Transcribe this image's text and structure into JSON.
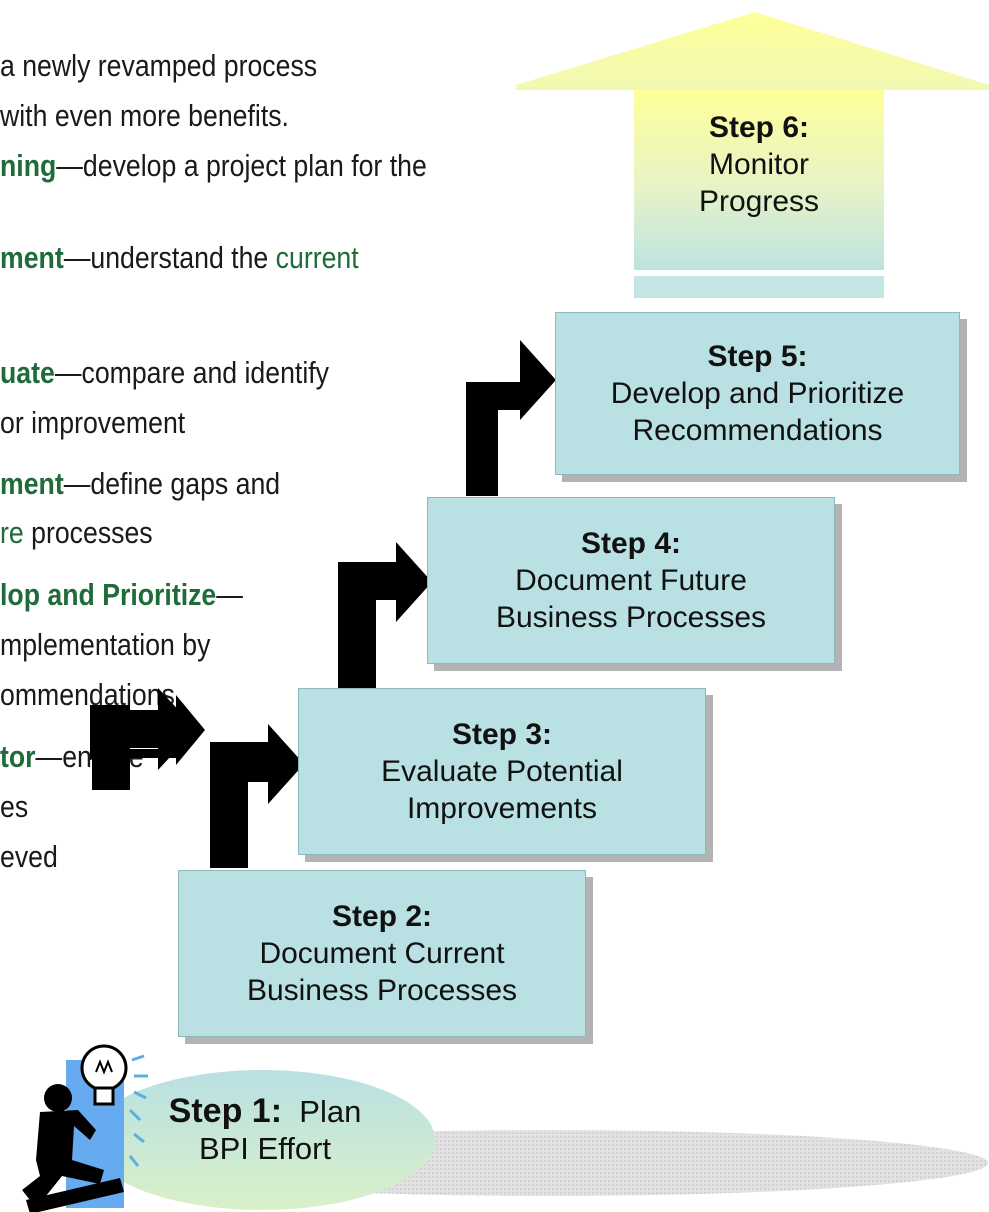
{
  "left_text": {
    "line1": "a newly revamped process",
    "line2": "with even more benefits.",
    "line3_kw": "ning",
    "line3_rest": "—develop a project plan for the",
    "line4_kw": "ment",
    "line4_mid": "—understand the ",
    "line4_ch": "current",
    "line5_kw": "uate",
    "line5_rest": "—compare and identify",
    "line6": "or improvement",
    "line7_kw": "ment",
    "line7_rest": "—define gaps and",
    "line8_ch": "re",
    "line8_rest": " processes",
    "line9_kw": "lop and Prioritize",
    "line9_rest": "—",
    "line10": "mplementation by",
    "line11": "ommendations",
    "line12_kw": "tor",
    "line12_rest": "—ensure",
    "line13": "es",
    "line14": "eved"
  },
  "steps": {
    "s1": {
      "title": "Step 1:",
      "desc_a": "Plan",
      "desc_b": "BPI Effort"
    },
    "s2": {
      "title": "Step 2:",
      "desc_a": "Document Current",
      "desc_b": "Business Processes"
    },
    "s3": {
      "title": "Step 3:",
      "desc_a": "Evaluate Potential",
      "desc_b": "Improvements"
    },
    "s4": {
      "title": "Step 4:",
      "desc_a": "Document Future",
      "desc_b": "Business Processes"
    },
    "s5": {
      "title": "Step 5:",
      "desc_a": "Develop and Prioritize",
      "desc_b": "Recommendations"
    },
    "s6": {
      "title": "Step 6:",
      "desc_a": "Monitor",
      "desc_b": "Progress"
    }
  },
  "colors": {
    "step_fill": "#b9e0e3",
    "arrow_top": "#ffff99",
    "keyword_green": "#1f6b3a",
    "connector": "#000000"
  }
}
